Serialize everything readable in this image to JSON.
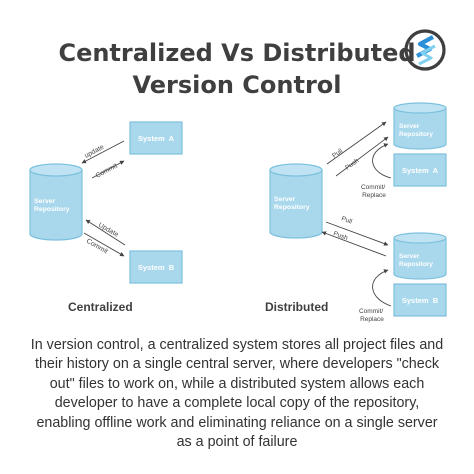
{
  "title": {
    "line1": "Centralized Vs Distributed",
    "line2": "Version Control"
  },
  "logo": {
    "icon": "stacked-s-logo-icon"
  },
  "colors": {
    "box_fill": "#a9d8ec",
    "box_stroke": "#7cc0df",
    "box_text": "#ffffff",
    "title": "#3f3f3f",
    "arrow": "#444444"
  },
  "centralized": {
    "heading": "Centralized",
    "server": "Server\nRepository",
    "system_a": "System  A",
    "system_b": "System  B",
    "top_arrows": {
      "upper": "update",
      "lower": "Commit"
    },
    "bottom_arrows": {
      "upper": "Update",
      "lower": "Commit"
    }
  },
  "distributed": {
    "heading": "Distributed",
    "server": "Server\nRepository",
    "top_repo": "Server\nRepository",
    "bottom_repo": "Server\nRepository",
    "system_a": "System  A",
    "system_b": "System  B",
    "top_arrows": {
      "upper": "Pull",
      "lower": "Push"
    },
    "bottom_arrows": {
      "upper": "Pull",
      "lower": "Push"
    },
    "commit_replace_top": "Commit/\nReplace",
    "commit_replace_bottom": "Commit/\nReplace"
  },
  "caption": "In version control, a centralized system stores all project files and their history on a single central server, where developers \"check out\" files to work on, while a distributed system allows each developer to have a complete local copy of the repository, enabling offline work and eliminating reliance on a single server as a point of failure"
}
